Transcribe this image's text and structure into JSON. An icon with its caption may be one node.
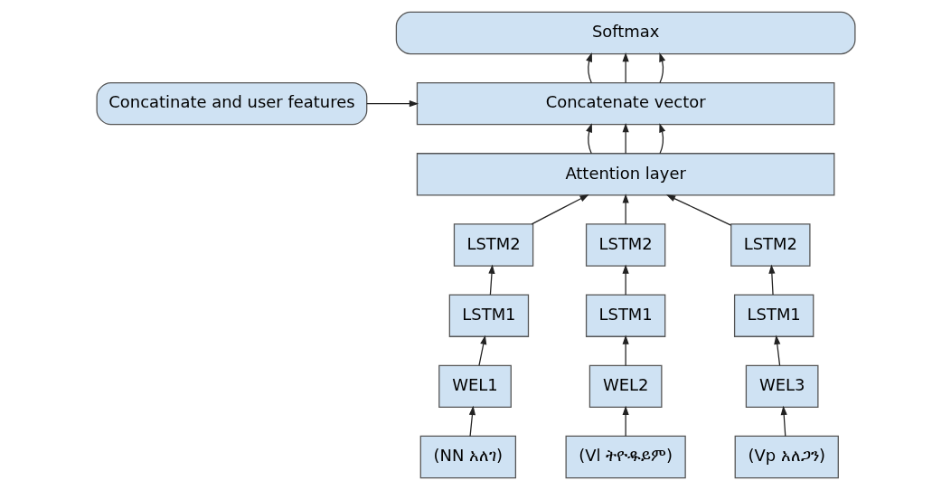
{
  "diagram": {
    "nodes": [
      {
        "text": [
          "Softmax"
        ]
      },
      {
        "text": [
          "Concatinate and user features"
        ]
      },
      {
        "text": [
          "Concatenate vector"
        ]
      },
      {
        "text": [
          "Attention layer"
        ]
      },
      {
        "text": [
          "LSTM2"
        ]
      },
      {
        "text": [
          "LSTM2"
        ]
      },
      {
        "text": [
          "LSTM2"
        ]
      },
      {
        "text": [
          "LSTM1"
        ]
      },
      {
        "text": [
          "LSTM1"
        ]
      },
      {
        "text": [
          "LSTM1"
        ]
      },
      {
        "text": [
          "WEL1"
        ]
      },
      {
        "text": [
          "WEL2"
        ]
      },
      {
        "text": [
          "WEL3"
        ]
      },
      {
        "text": [
          "(NN አለገ)"
        ]
      },
      {
        "text": [
          "(Vl ትዮዱይም)"
        ]
      },
      {
        "text": [
          "(Vp አለጋን)"
        ]
      }
    ],
    "edges": [
      {
        "from": 2,
        "to": 0,
        "arrow": "to"
      },
      {
        "from": 2,
        "to": 0,
        "arrow": "to"
      },
      {
        "from": 2,
        "to": 0,
        "arrow": "to"
      },
      {
        "from": 1,
        "to": 2,
        "arrow": "to"
      },
      {
        "from": 3,
        "to": 2,
        "arrow": "to"
      },
      {
        "from": 3,
        "to": 2,
        "arrow": "to"
      },
      {
        "from": 3,
        "to": 2,
        "arrow": "to"
      },
      {
        "from": 4,
        "to": 3,
        "arrow": "to"
      },
      {
        "from": 5,
        "to": 3,
        "arrow": "to"
      },
      {
        "from": 6,
        "to": 3,
        "arrow": "to"
      },
      {
        "from": 7,
        "to": 4,
        "arrow": "to"
      },
      {
        "from": 8,
        "to": 5,
        "arrow": "to"
      },
      {
        "from": 9,
        "to": 6,
        "arrow": "to"
      },
      {
        "from": 10,
        "to": 7,
        "arrow": "to"
      },
      {
        "from": 11,
        "to": 8,
        "arrow": "to"
      },
      {
        "from": 12,
        "to": 9,
        "arrow": "to"
      },
      {
        "from": 13,
        "to": 10,
        "arrow": "to"
      },
      {
        "from": 14,
        "to": 11,
        "arrow": "to"
      },
      {
        "from": 15,
        "to": 12,
        "arrow": "to"
      }
    ]
  }
}
